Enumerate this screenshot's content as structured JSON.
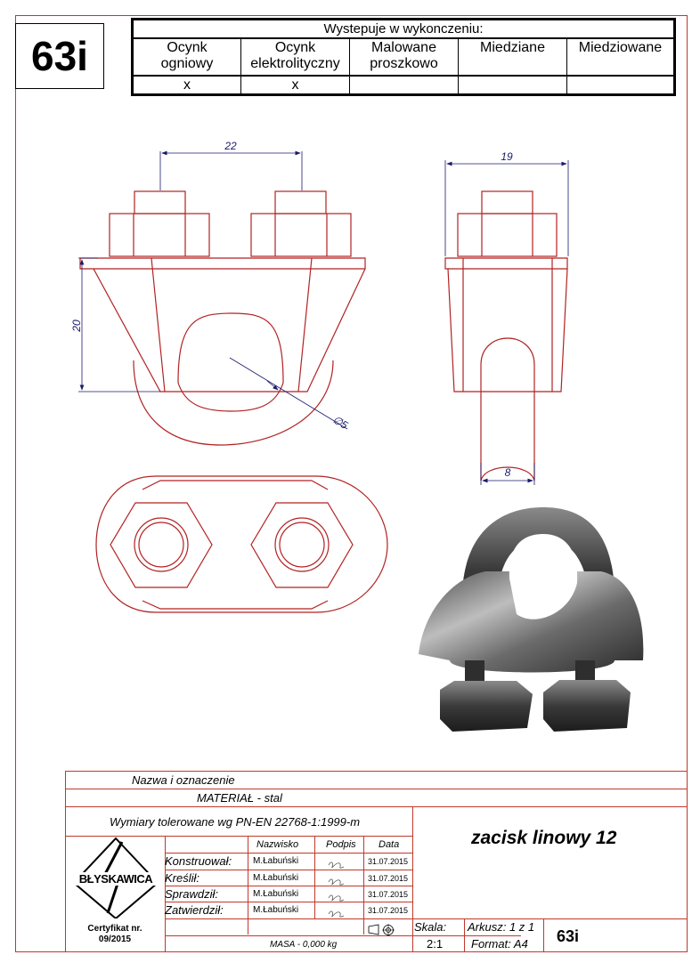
{
  "drawing_code": "63i",
  "finish_table": {
    "header": "Wystepuje w wykonczeniu:",
    "columns": [
      {
        "label_line1": "Ocynk",
        "label_line2": "ogniowy",
        "mark": "x"
      },
      {
        "label_line1": "Ocynk",
        "label_line2": "elektrolityczny",
        "mark": "x"
      },
      {
        "label_line1": "Malowane",
        "label_line2": "proszkowo",
        "mark": ""
      },
      {
        "label_line1": "Miedziane",
        "label_line2": "",
        "mark": ""
      },
      {
        "label_line1": "Miedziowane",
        "label_line2": "",
        "mark": ""
      }
    ]
  },
  "dimensions": {
    "bolt_spacing": "22",
    "height": "20",
    "diameter": "∅5",
    "side_width": "19",
    "loop_width": "8"
  },
  "title_block": {
    "name_label": "Nazwa i oznaczenie",
    "material": "MATERIAŁ - stal",
    "tolerance": "Wymiary tolerowane wg PN-EN 22768-1:1999-m",
    "product_name": "zacisk linowy 12",
    "col_headers": {
      "name": "Nazwisko",
      "signature": "Podpis",
      "date": "Data"
    },
    "roles": [
      {
        "role": "Konstruował:",
        "name": "M.Łabuński",
        "date": "31.07.2015"
      },
      {
        "role": "Kreślił:",
        "name": "M.Łabuński",
        "date": "31.07.2015"
      },
      {
        "role": "Sprawdził:",
        "name": "M.Łabuński",
        "date": "31.07.2015"
      },
      {
        "role": "Zatwierdził:",
        "name": "M.Łabuński",
        "date": "31.07.2015"
      }
    ],
    "mass": "MASA - 0,000 kg",
    "scale_label": "Skala:",
    "scale_value": "2:1",
    "sheet": "Arkusz:  1 z 1",
    "format": "Format:  A4",
    "code": "63i",
    "logo_text": "BŁYSKAWICA",
    "certificate_line1": "Certyfikat nr.",
    "certificate_line2": "09/2015"
  },
  "colors": {
    "frame": "#c0392b",
    "outline": "#b22222",
    "dimension": "#1a1a6e"
  }
}
